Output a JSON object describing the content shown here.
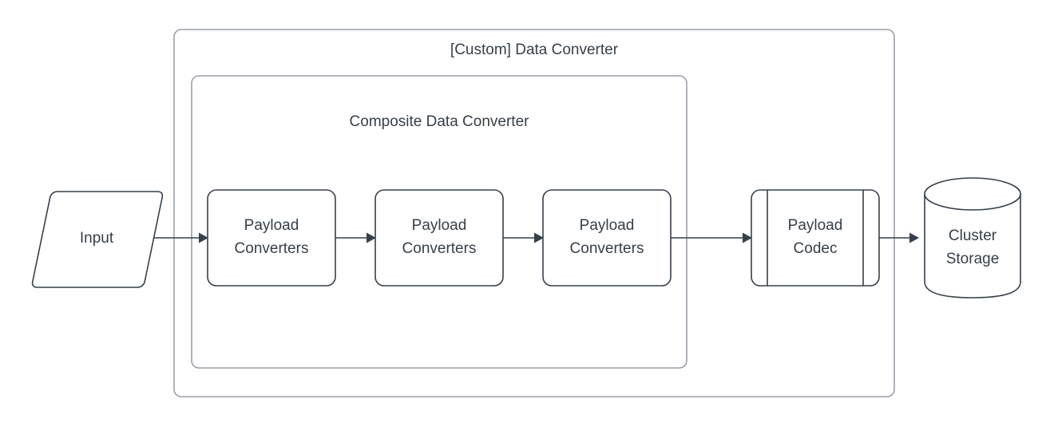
{
  "diagram": {
    "title": "[Custom] Data Converter",
    "background_color": "#ffffff",
    "shape_stroke_color": "#36404a",
    "group_stroke_color": "#9aa0a9",
    "text_color": "#36404a",
    "groups": [
      {
        "id": "custom-data-converter",
        "label": "[Custom] Data Converter"
      },
      {
        "id": "composite-data-converter",
        "label": "Composite Data Converter"
      }
    ],
    "nodes": [
      {
        "id": "input",
        "label": "Input",
        "shape": "parallelogram"
      },
      {
        "id": "payload-converters-1",
        "label_line1": "Payload",
        "label_line2": "Converters",
        "shape": "rounded-rect"
      },
      {
        "id": "payload-converters-2",
        "label_line1": "Payload",
        "label_line2": "Converters",
        "shape": "rounded-rect"
      },
      {
        "id": "payload-converters-3",
        "label_line1": "Payload",
        "label_line2": "Converters",
        "shape": "rounded-rect"
      },
      {
        "id": "payload-codec",
        "label_line1": "Payload",
        "label_line2": "Codec",
        "shape": "process"
      },
      {
        "id": "cluster-storage",
        "label_line1": "Cluster",
        "label_line2": "Storage",
        "shape": "cylinder"
      }
    ],
    "connectors": [
      {
        "id": "input-to-pc1",
        "from": "input",
        "to": "payload-converters-1",
        "arrow": "end"
      },
      {
        "id": "pc1-to-pc2",
        "from": "payload-converters-1",
        "to": "payload-converters-2",
        "arrow": "end"
      },
      {
        "id": "pc2-to-pc3",
        "from": "payload-converters-2",
        "to": "payload-converters-3",
        "arrow": "end"
      },
      {
        "id": "pc3-to-codec",
        "from": "payload-converters-3",
        "to": "payload-codec",
        "arrow": "end"
      },
      {
        "id": "codec-to-storage",
        "from": "payload-codec",
        "to": "cluster-storage",
        "arrow": "end"
      }
    ]
  }
}
